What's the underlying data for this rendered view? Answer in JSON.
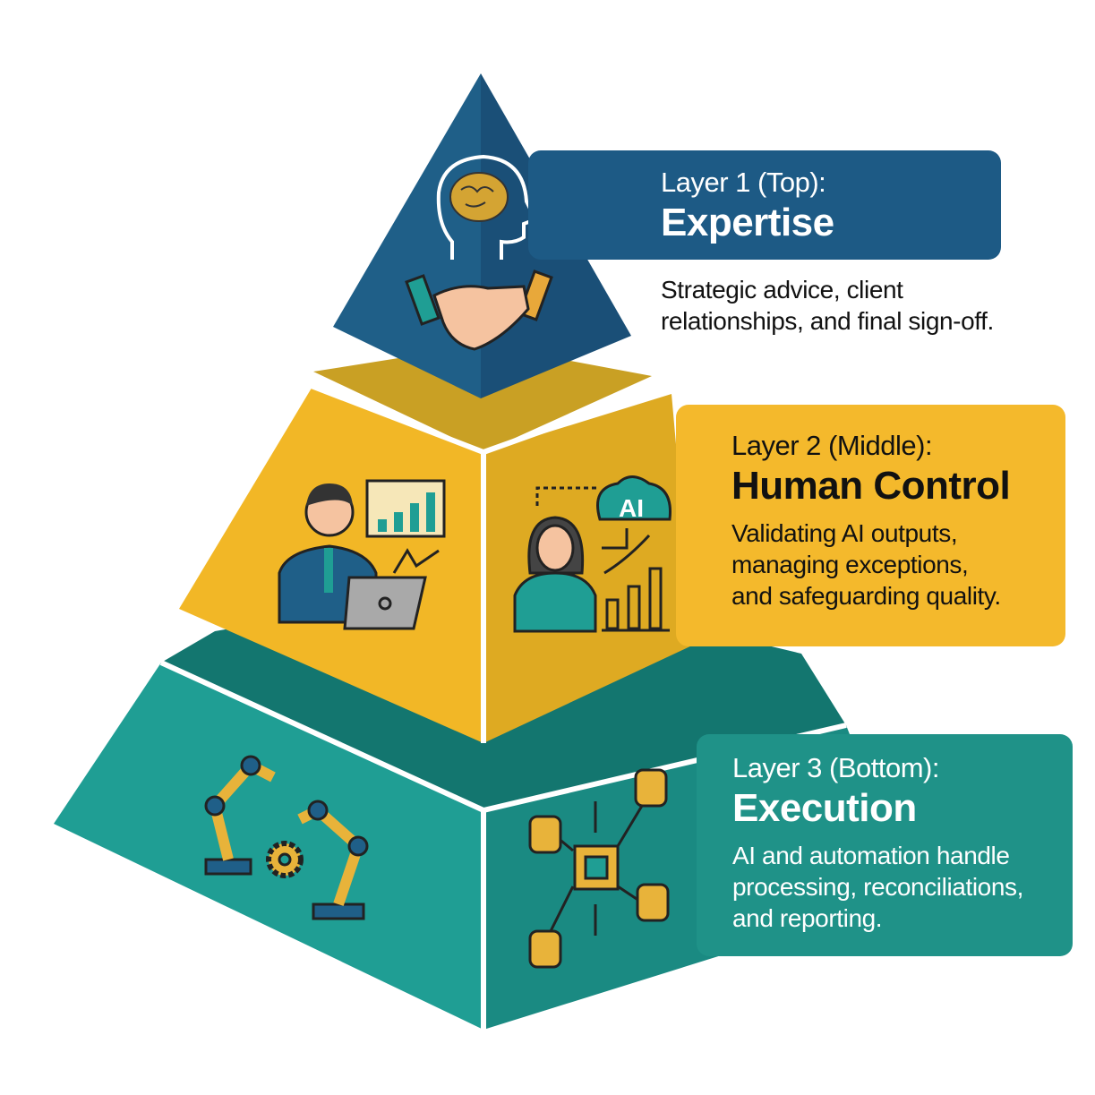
{
  "layers": [
    {
      "subtitle": "Layer 1 (Top):",
      "title": "Expertise",
      "description_lines": [
        "Strategic advice, client",
        "relationships, and final sign-off."
      ],
      "color": "#1d5a85",
      "icons": [
        "brain-head-icon",
        "handshake-icon"
      ]
    },
    {
      "subtitle": "Layer 2 (Middle):",
      "title": "Human Control",
      "description_lines": [
        "Validating AI outputs,",
        "managing exceptions,",
        "and safeguarding quality."
      ],
      "color": "#f4b92c",
      "icons": [
        "businessman-laptop-chart-icon",
        "woman-ai-cloud-icon"
      ],
      "ai_badge": "AI"
    },
    {
      "subtitle": "Layer 3 (Bottom):",
      "title": "Execution",
      "description_lines": [
        "AI and automation handle",
        "processing, reconciliations,",
        "and reporting."
      ],
      "color": "#1f9288",
      "icons": [
        "robot-arms-gear-icon",
        "chip-database-network-icon"
      ]
    }
  ]
}
